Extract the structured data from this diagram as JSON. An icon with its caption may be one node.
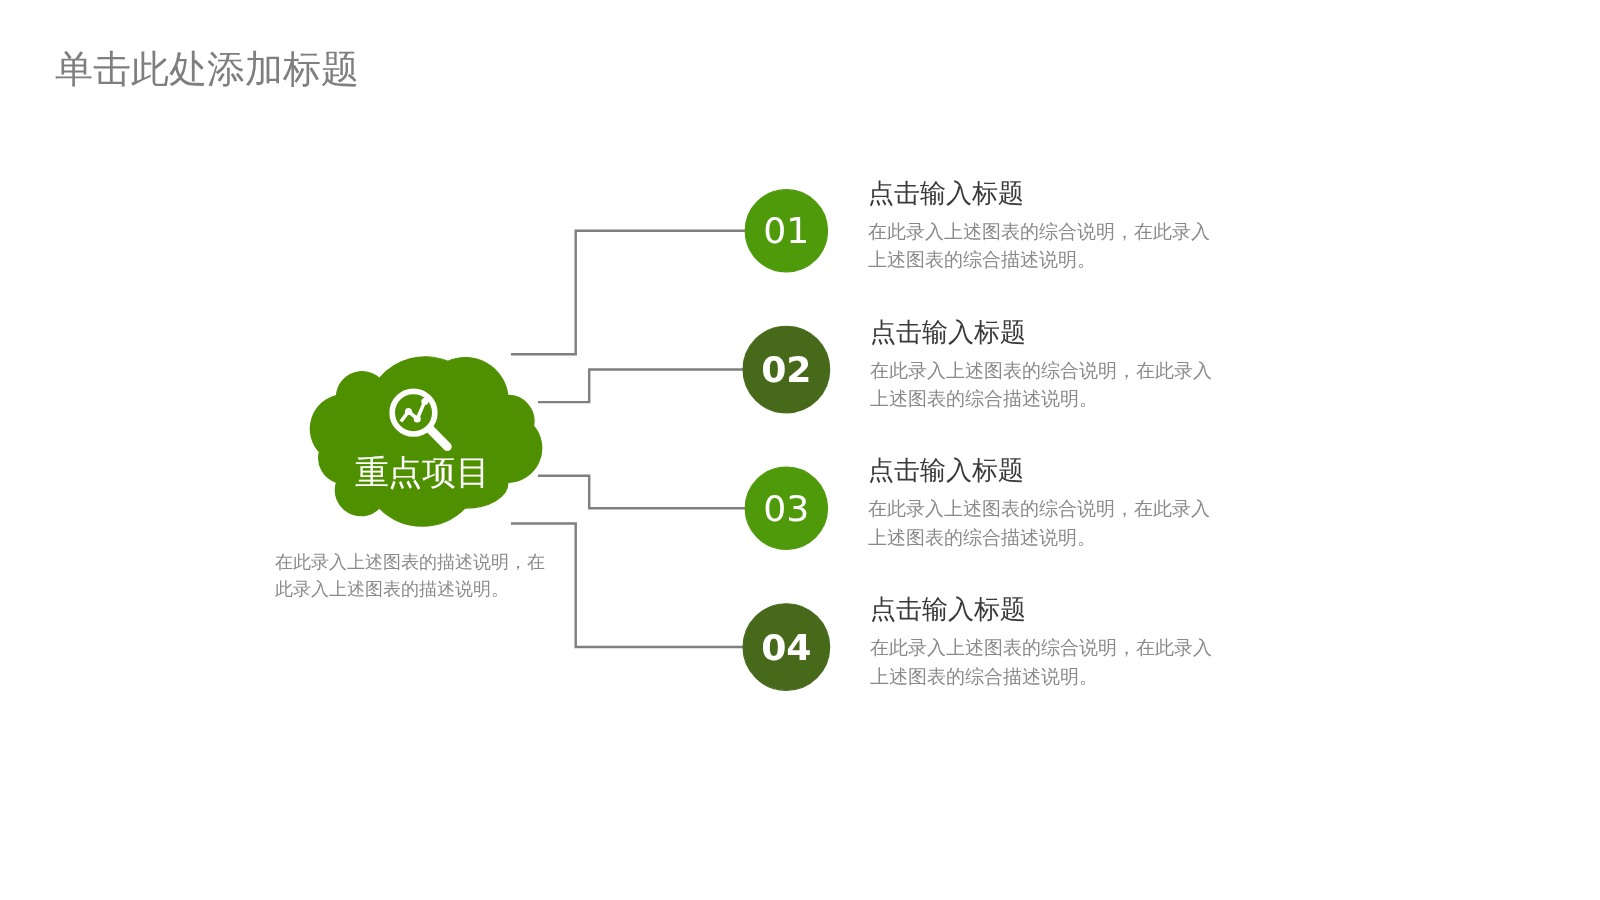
{
  "diagram": {
    "title": "单击此处添加标题",
    "nodes": [
      {
        "text": [
          "重点项目"
        ],
        "beside": [
          "在此录入上述图表的描述说明，在此录入上述图表的描述说明。"
        ]
      },
      {
        "text": [
          "01"
        ],
        "beside": [
          "点击输入标题",
          "在此录入上述图表的综合说明，在此录入上述图表的综合描述说明。"
        ]
      },
      {
        "text": [
          "02"
        ],
        "beside": [
          "点击输入标题",
          "在此录入上述图表的综合说明，在此录入上述图表的综合描述说明。"
        ]
      },
      {
        "text": [
          "03"
        ],
        "beside": [
          "点击输入标题",
          "在此录入上述图表的综合说明，在此录入上述图表的综合描述说明。"
        ]
      },
      {
        "text": [
          "04"
        ],
        "beside": [
          "点击输入标题",
          "在此录入上述图表的综合说明，在此录入上述图表的综合描述说明。"
        ]
      }
    ],
    "edges": [
      {
        "from": 0,
        "to": 1,
        "arrow": "none"
      },
      {
        "from": 0,
        "to": 2,
        "arrow": "none"
      },
      {
        "from": 0,
        "to": 3,
        "arrow": "none"
      },
      {
        "from": 0,
        "to": 4,
        "arrow": "none"
      }
    ]
  }
}
